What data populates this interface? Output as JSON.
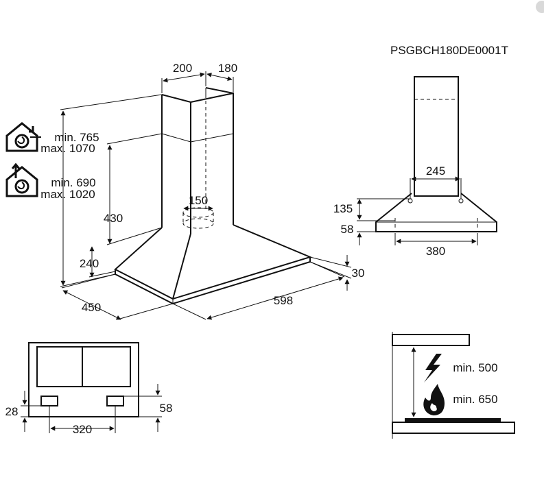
{
  "model_code": "PSGBCH180DE0001T",
  "hood": {
    "duct_width": "200",
    "duct_depth": "180",
    "outlet_diameter": "150",
    "hood_height_430": "430",
    "hood_height_240": "240",
    "hood_depth": "450",
    "hood_width": "598",
    "rim_height": "30"
  },
  "extraction_mode": {
    "min": "min. 765",
    "max": "max. 1070"
  },
  "recirculation_mode": {
    "min": "min. 690",
    "max": "max. 1020"
  },
  "side_view": {
    "bracket_width": "245",
    "height_135": "135",
    "height_58": "58",
    "base_width": "380"
  },
  "wall_view": {
    "left_offset": "28",
    "right_offset": "58",
    "bracket_spacing": "320"
  },
  "clearance": {
    "electric_min": "min. 500",
    "gas_min": "min. 650"
  },
  "icons": [
    "house-extraction-icon",
    "house-recirculation-icon",
    "lightning-icon",
    "flame-icon"
  ]
}
